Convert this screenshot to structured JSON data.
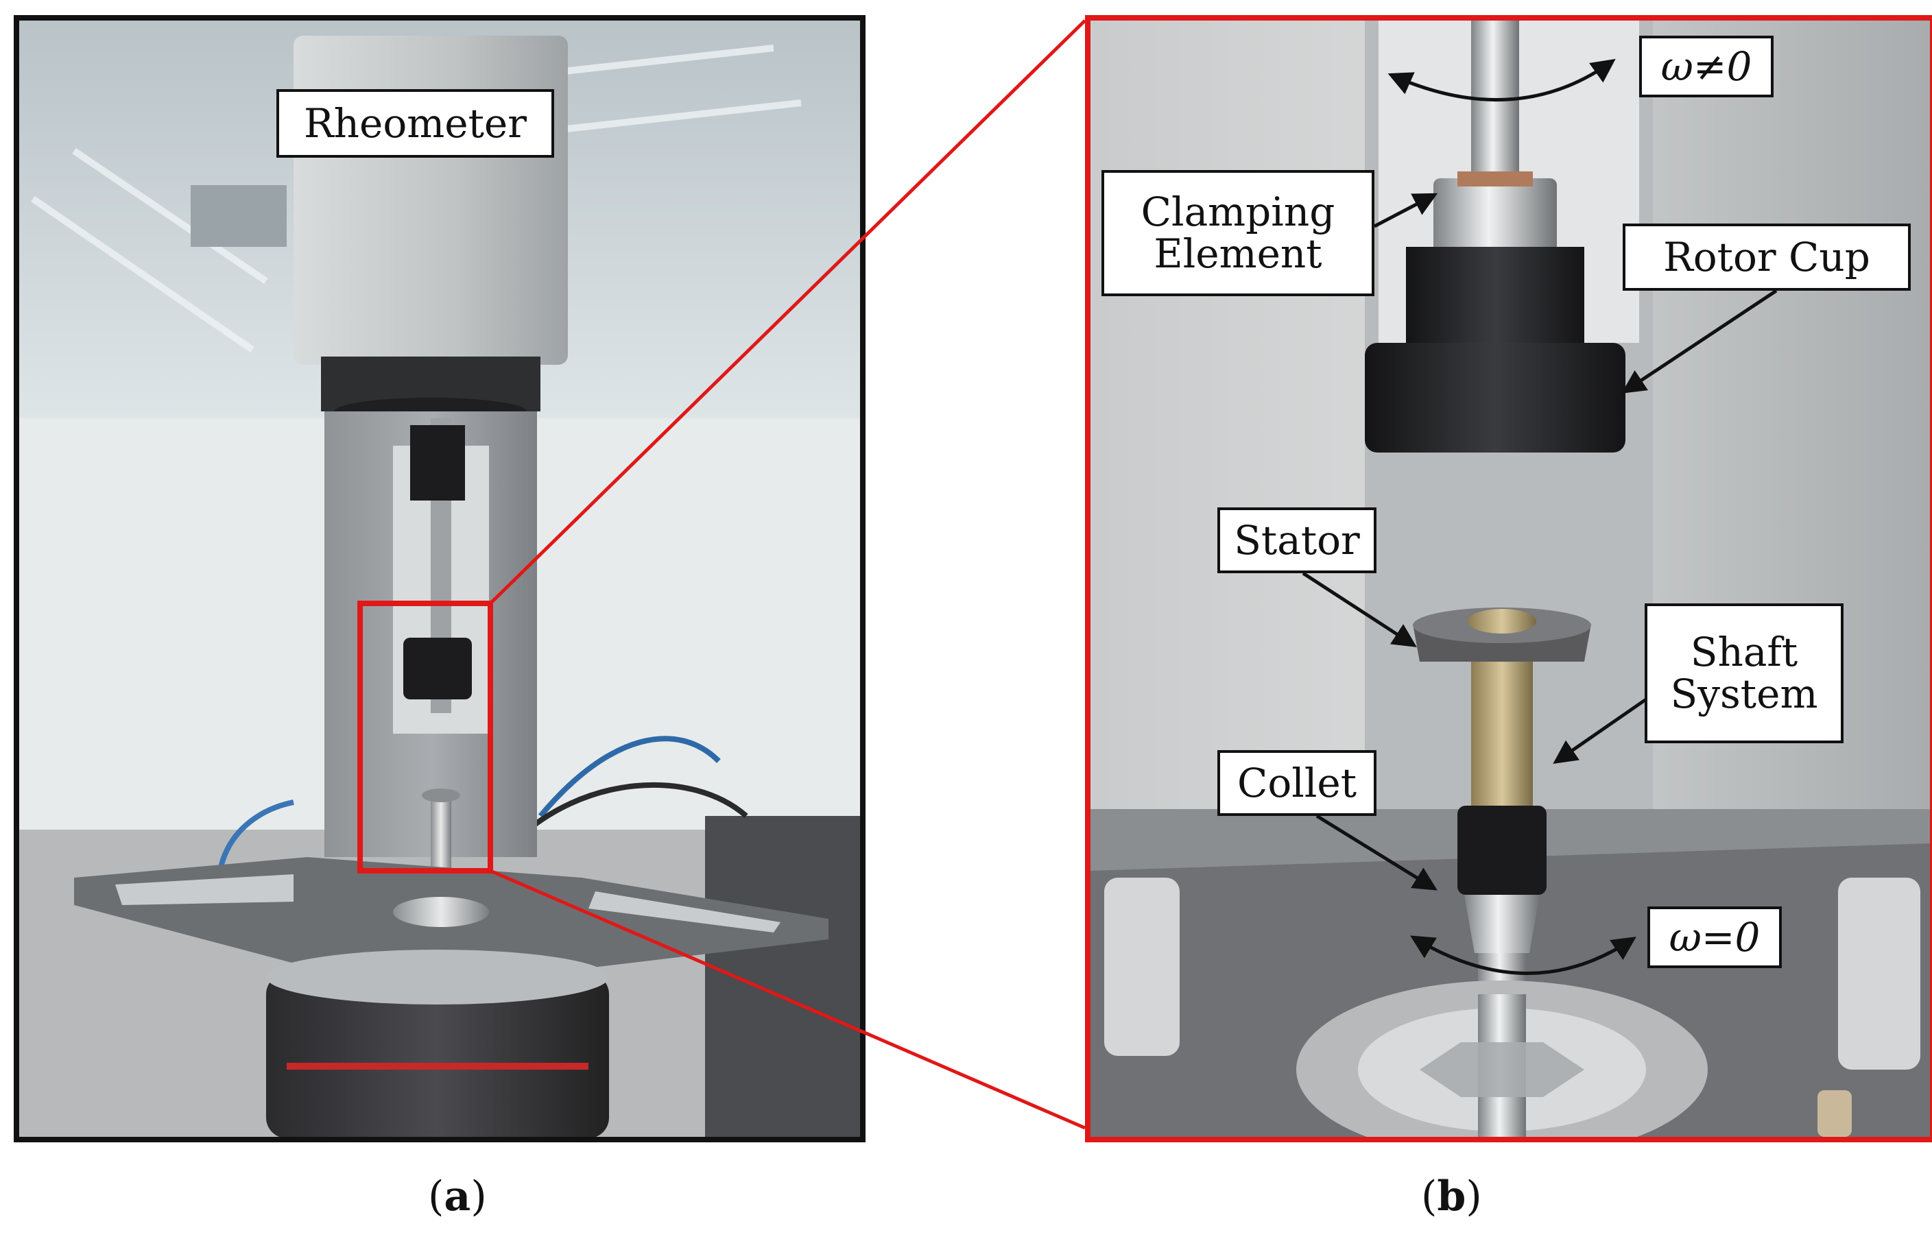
{
  "panel_a": {
    "label": "Rheometer",
    "caption_open": "(",
    "caption_letter": "a",
    "caption_close": ")"
  },
  "panel_b": {
    "labels": {
      "omega_top": "ω≠0",
      "clamping_line1": "Clamping",
      "clamping_line2": "Element",
      "rotor_cup": "Rotor Cup",
      "stator": "Stator",
      "shaft_line1": "Shaft",
      "shaft_line2": "System",
      "collet": "Collet",
      "omega_bottom": "ω=0"
    },
    "caption_open": "(",
    "caption_letter": "b",
    "caption_close": ")"
  },
  "colors": {
    "frame_a": "#111111",
    "frame_b": "#e01818",
    "zoom_box": "#e01818",
    "connector": "#e01818"
  }
}
